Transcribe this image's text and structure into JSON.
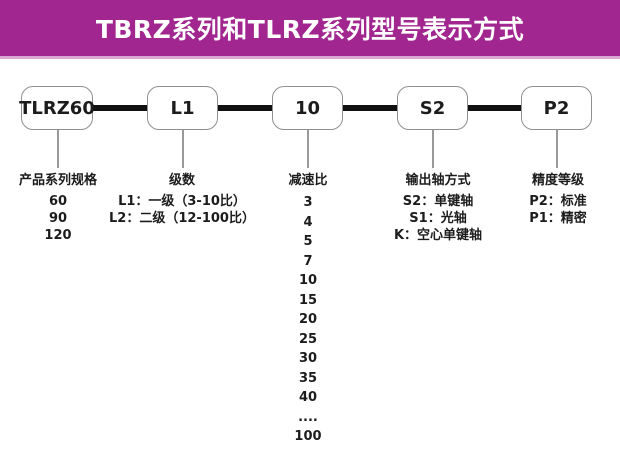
{
  "header": {
    "title": "TBRZ系列和TLRZ系列型号表示方式"
  },
  "colors": {
    "header_bg": "#A2268F",
    "header_underline": "#D9A9D2",
    "connector": "#111111",
    "text": "#1c1c1c"
  },
  "boxes": [
    {
      "label": "TLRZ60"
    },
    {
      "label": "L1"
    },
    {
      "label": "10"
    },
    {
      "label": "S2"
    },
    {
      "label": "P2"
    }
  ],
  "columns": [
    {
      "heading": "产品系列规格",
      "items": [
        "60",
        "90",
        "120"
      ]
    },
    {
      "heading": "级数",
      "items": [
        "L1：一级（3-10比）",
        "L2：二级（12-100比）"
      ]
    },
    {
      "heading": "减速比",
      "items": [
        "3",
        "4",
        "5",
        "7",
        "10",
        "15",
        "20",
        "25",
        "30",
        "35",
        "40",
        "....",
        "100"
      ]
    },
    {
      "heading": "输出轴方式",
      "items": [
        "S2：单键轴",
        "S1：光轴",
        "K：空心单键轴"
      ]
    },
    {
      "heading": "精度等级",
      "items": [
        "P2：标准",
        "P1：精密"
      ]
    }
  ]
}
